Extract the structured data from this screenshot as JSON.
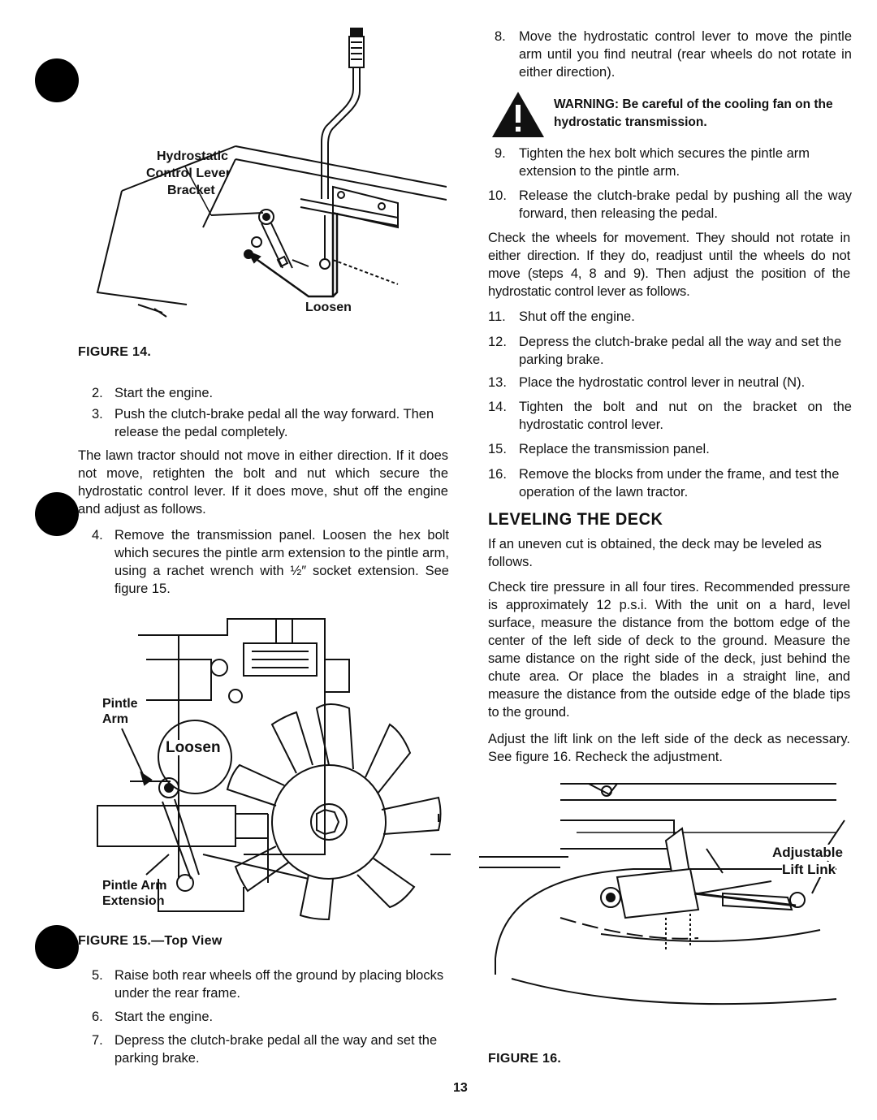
{
  "left": {
    "fig14": {
      "label_hydrostatic": "Hydrostatic",
      "label_control_lever": "Control Lever",
      "label_bracket": "Bracket",
      "label_loosen": "Loosen",
      "caption": "FIGURE 14."
    },
    "steps_a": [
      {
        "num": "2.",
        "text": "Start the engine."
      },
      {
        "num": "3.",
        "text": "Push the clutch-brake pedal all the way forward. Then release the pedal completely."
      }
    ],
    "para1": "The lawn tractor should not move in either direction. If it does not move, retighten the bolt and nut which secure the hydrostatic control lever. If it does move, shut off the engine and adjust as follows.",
    "step4": {
      "num": "4.",
      "text": "Remove the transmission panel. Loosen the hex bolt which secures the pintle arm extension to the pintle arm, using a rachet wrench with ½″ socket extension. See figure 15."
    },
    "fig15": {
      "label_pintle_arm": "Pintle Arm",
      "label_loosen": "Loosen",
      "label_extension": "Pintle Arm Extension",
      "caption": "FIGURE 15.—Top View"
    },
    "steps_b": [
      {
        "num": "5.",
        "text": "Raise both rear wheels off the ground by placing blocks under the rear frame."
      },
      {
        "num": "6.",
        "text": "Start the engine."
      },
      {
        "num": "7.",
        "text": "Depress the clutch-brake pedal all the way and set the parking brake."
      }
    ]
  },
  "right": {
    "step8": {
      "num": "8.",
      "text": "Move the hydrostatic control lever to move the pintle arm until you find neutral (rear wheels do not rotate in either direction)."
    },
    "warning": "WARNING: Be careful of the cooling fan on the hydrostatic transmission.",
    "steps_c": [
      {
        "num": "9.",
        "text": "Tighten the hex bolt which secures the pintle arm extension to the pintle arm."
      },
      {
        "num": "10.",
        "text": "Release the clutch-brake pedal by pushing all the way forward, then releasing the pedal."
      }
    ],
    "para_check": "Check the wheels for movement. They should not rotate in either direction. If they do, readjust until the wheels do not move (steps 4, 8 and 9). Then adjust the position of the hydrostatic control lever as follows.",
    "steps_d": [
      {
        "num": "11.",
        "text": "Shut off the engine."
      },
      {
        "num": "12.",
        "text": "Depress the clutch-brake pedal all the way and set the parking brake."
      },
      {
        "num": "13.",
        "text": "Place the hydrostatic control lever in neutral (N)."
      },
      {
        "num": "14.",
        "text": "Tighten the bolt and nut on the bracket on the hydrostatic control lever."
      },
      {
        "num": "15.",
        "text": "Replace the transmission panel."
      },
      {
        "num": "16.",
        "text": "Remove the blocks from under the frame, and test the operation of the lawn tractor."
      }
    ],
    "heading": "LEVELING THE DECK",
    "para_lev1": "If an uneven cut is obtained, the deck may be leveled as follows.",
    "para_lev2": "Check tire pressure in all four tires. Recommended pressure is approximately 12 p.s.i. With the unit on a hard, level surface, measure the distance from the bottom edge of the center of the left side of deck to the ground. Measure the same distance on the right side of the deck, just behind the chute area. Or place the blades in a straight line, and measure the distance from the outside edge of the blade tips to the ground.",
    "para_lev3": "Adjust the lift link on the left side of the deck as necessary. See figure 16. Recheck the adjustment.",
    "fig16": {
      "label_adjustable": "Adjustable",
      "label_lift_link": "Lift Link",
      "caption": "FIGURE 16."
    }
  },
  "page_number": "13"
}
